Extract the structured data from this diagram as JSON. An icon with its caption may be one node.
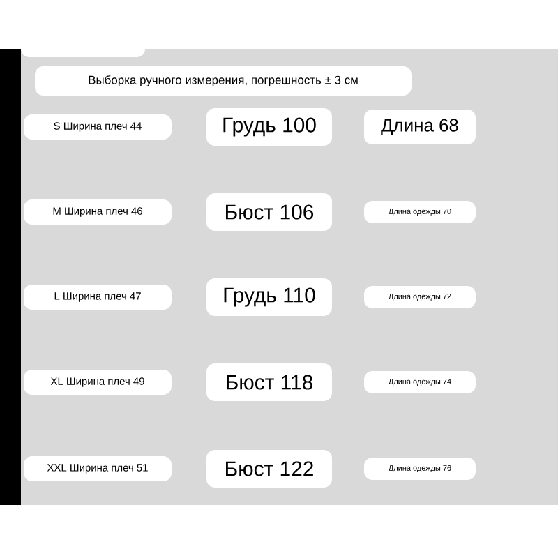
{
  "diagram": {
    "nodes": [
      {
        "text": [
          "Выборка ручного измерения, погрешность ± 3 см"
        ]
      },
      {
        "text": [
          "S Ширина плеч 44"
        ]
      },
      {
        "text": [
          "Грудь 100"
        ]
      },
      {
        "text": [
          "Длина 68"
        ]
      },
      {
        "text": [
          "M Ширина плеч 46"
        ]
      },
      {
        "text": [
          "Бюст 106"
        ]
      },
      {
        "text": [
          "Длина одежды 70"
        ]
      },
      {
        "text": [
          "L Ширина плеч 47"
        ]
      },
      {
        "text": [
          "Грудь 110"
        ]
      },
      {
        "text": [
          "Длина одежды 72"
        ]
      },
      {
        "text": [
          "XL Ширина плеч 49"
        ]
      },
      {
        "text": [
          "Бюст 118"
        ]
      },
      {
        "text": [
          "Длина одежды 74"
        ]
      },
      {
        "text": [
          "XXL Ширина плеч 51"
        ]
      },
      {
        "text": [
          "Бюст 122"
        ]
      },
      {
        "text": [
          "Длина одежды 76"
        ]
      }
    ]
  }
}
